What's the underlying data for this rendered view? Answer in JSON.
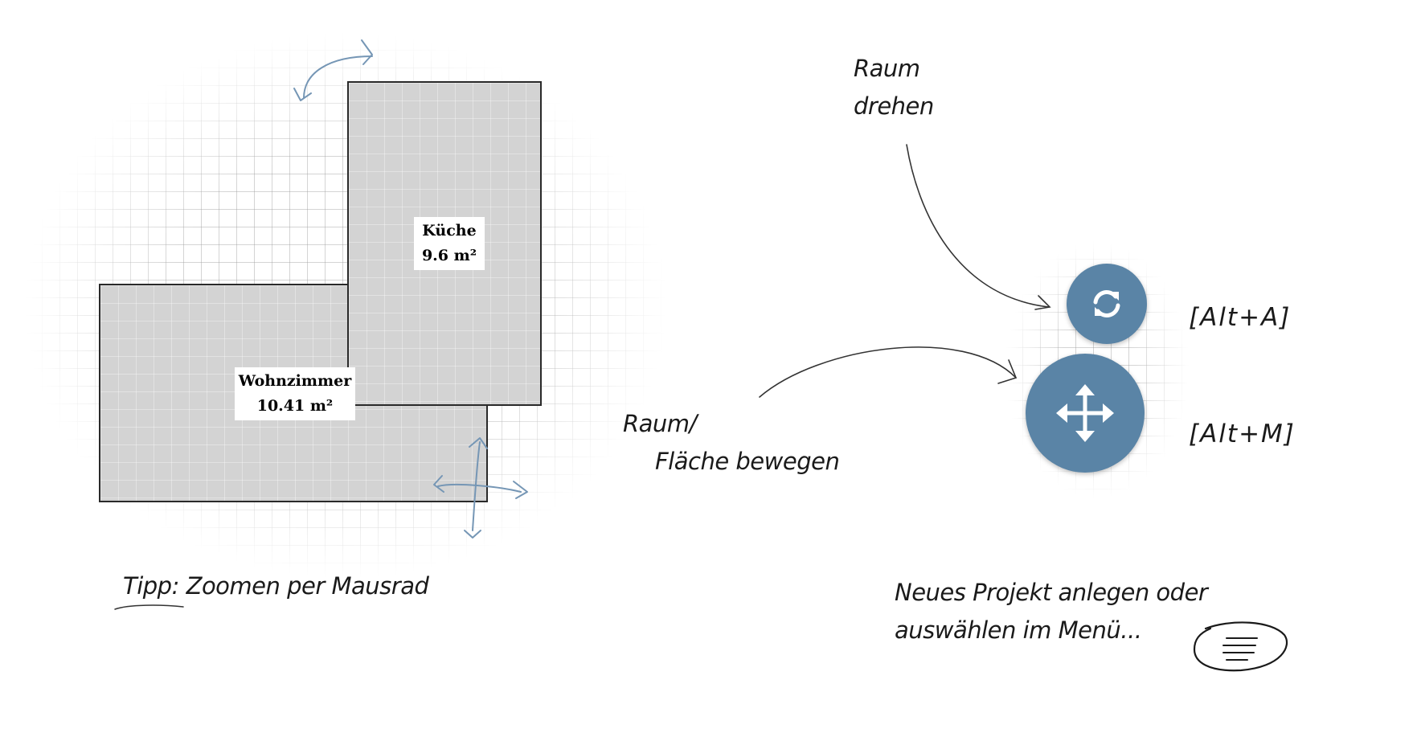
{
  "rooms": [
    {
      "name": "Wohnzimmer",
      "area": "10.41 m²"
    },
    {
      "name": "Küche",
      "area": "9.6 m²"
    }
  ],
  "hints": {
    "rotate_line1": "Raum",
    "rotate_line2": "drehen",
    "move_line1": "Raum/",
    "move_line2": "Fläche bewegen",
    "tip": "Tipp: Zoomen per Mausrad",
    "menu_line1": "Neues Projekt anlegen oder",
    "menu_line2": "auswählen im Menü..."
  },
  "shortcuts": {
    "rotate": "[Alt+A]",
    "move": "[Alt+M]"
  },
  "icons": {
    "rotate_button": "sync-icon",
    "move_button": "move-arrows-icon",
    "menu_button": "hamburger-menu-icon"
  },
  "colors": {
    "button_blue": "#5a84a6",
    "room_fill": "#d3d3d3",
    "sketch_arrow_blue": "#7596b5"
  }
}
